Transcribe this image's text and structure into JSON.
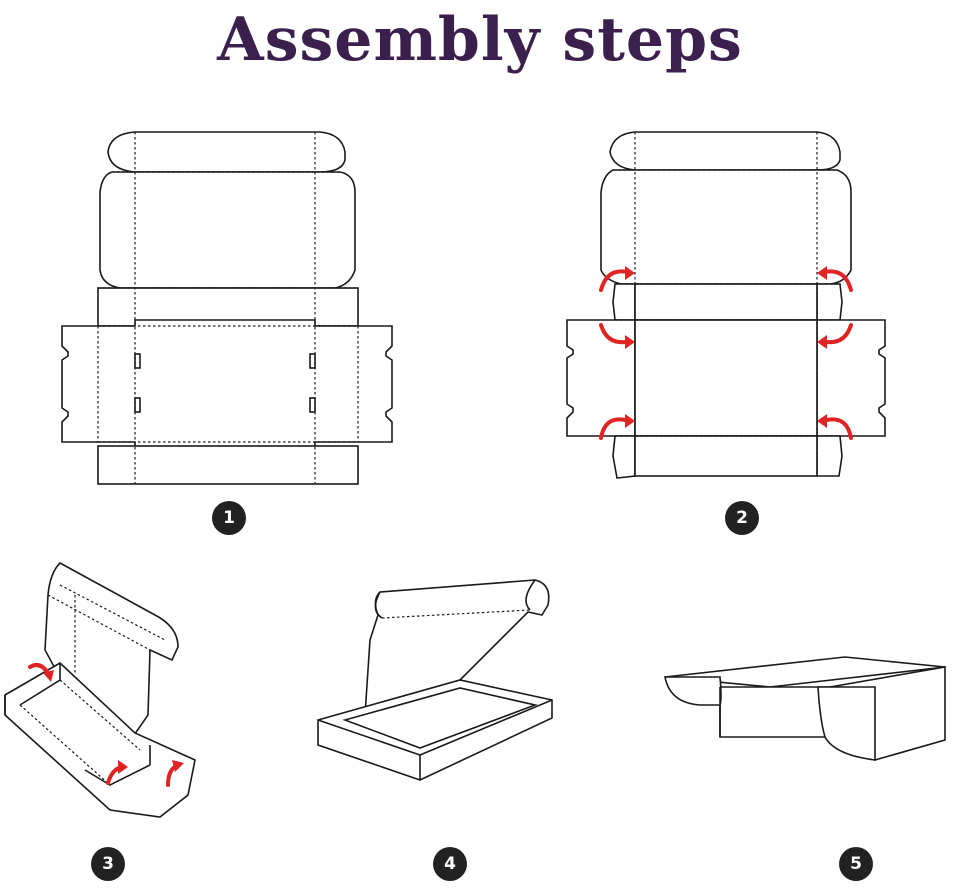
{
  "title": "Assembly steps",
  "colors": {
    "title": "#3b1f4c",
    "arrow": "#e02424",
    "badge": "#222222",
    "line": "#1a1a1a"
  },
  "steps": [
    {
      "number": "1"
    },
    {
      "number": "2"
    },
    {
      "number": "3"
    },
    {
      "number": "4"
    },
    {
      "number": "5"
    }
  ]
}
